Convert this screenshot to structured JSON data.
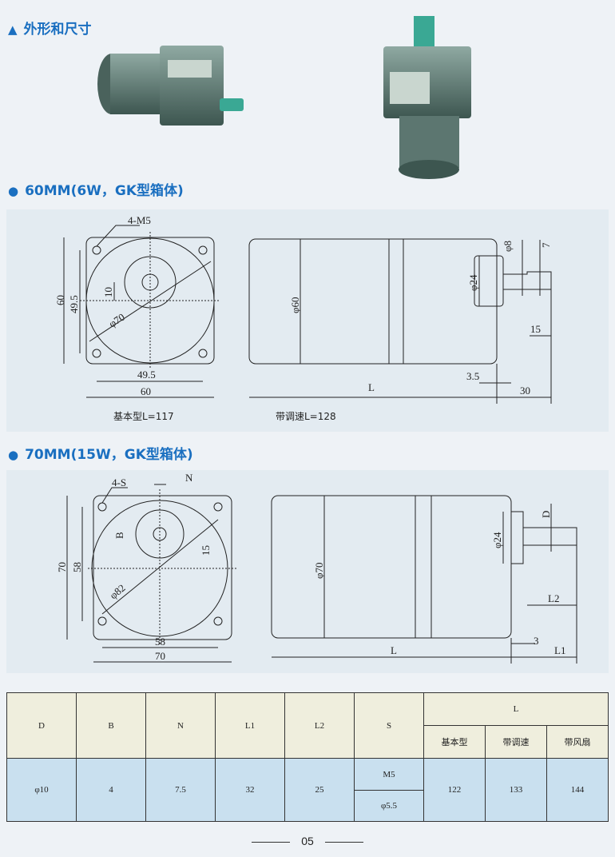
{
  "section_title": "外形和尺寸",
  "motor_60": {
    "title": "60MM(6W，GK型箱体)",
    "dims": {
      "holes": "4-M5",
      "h60": "60",
      "h49": "49.5",
      "d10": "10",
      "phi70": "φ70",
      "w49": "49.5",
      "w60": "60",
      "phi60": "φ60",
      "phi24": "φ24",
      "phi8": "φ8",
      "d7": "7",
      "d15": "15",
      "d35": "3.5",
      "L": "L",
      "d30": "30"
    },
    "captions": {
      "basic": "基本型L=117",
      "speed": "带调速L=128"
    }
  },
  "motor_70": {
    "title": "70MM(15W，GK型箱体)",
    "dims": {
      "holes": "4-S",
      "N": "N",
      "B": "B",
      "d15": "15",
      "phi82": "φ82",
      "h70": "70",
      "h58": "58",
      "w58": "58",
      "w70": "70",
      "phi70": "φ70",
      "phi24": "φ24",
      "D": "D",
      "L2": "L2",
      "L": "L",
      "d3": "3",
      "L1": "L1"
    }
  },
  "table": {
    "headers": [
      "D",
      "B",
      "N",
      "L1",
      "L2",
      "S"
    ],
    "L_header": "L",
    "L_subheaders": [
      "基本型",
      "带调速",
      "带风扇"
    ],
    "row": {
      "D": "φ10",
      "B": "4",
      "N": "7.5",
      "L1": "32",
      "L2": "25",
      "S": [
        "M5",
        "φ5.5"
      ],
      "L": [
        "122",
        "133",
        "144"
      ]
    }
  },
  "page_number": "05"
}
